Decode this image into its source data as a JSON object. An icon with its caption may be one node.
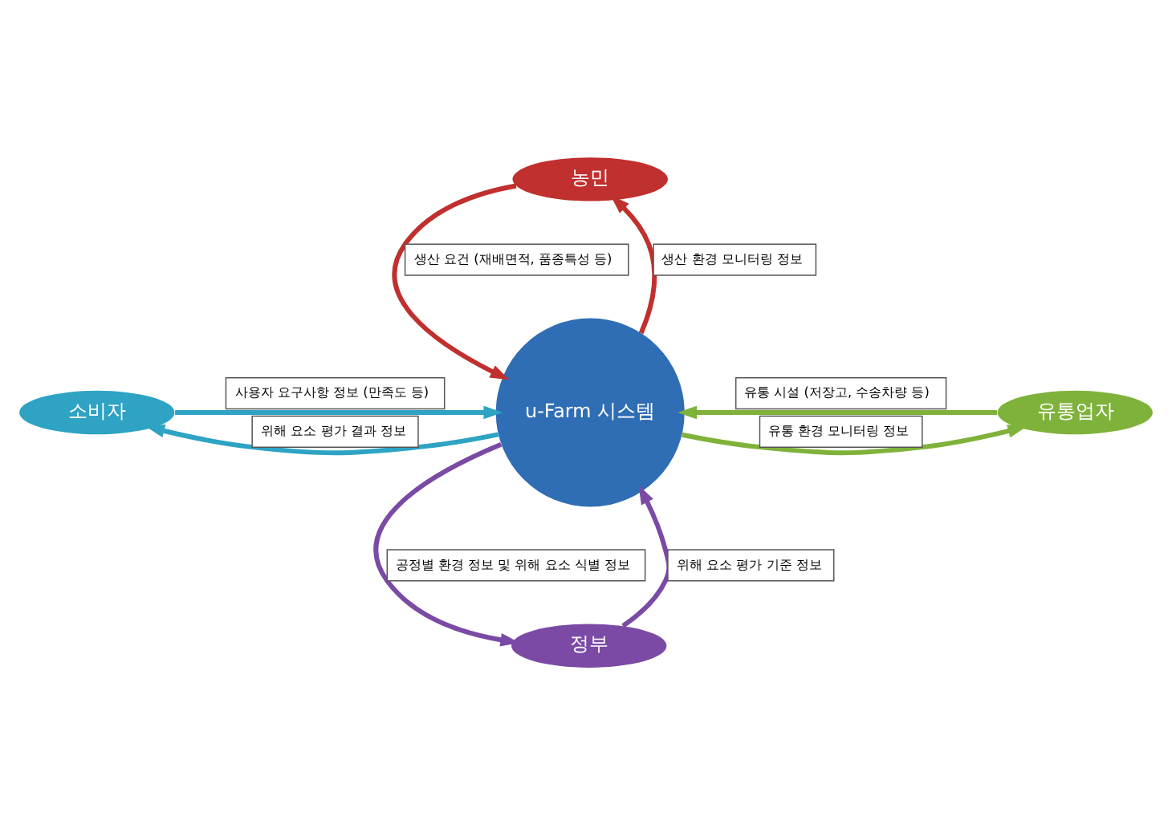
{
  "diagram": {
    "nodes": [
      {
        "text": [
          "u-Farm 시스템"
        ]
      },
      {
        "text": [
          "농민"
        ]
      },
      {
        "text": [
          "소비자"
        ]
      },
      {
        "text": [
          "유통업자"
        ]
      },
      {
        "text": [
          "정부"
        ]
      }
    ],
    "edges": [
      {
        "from": 1,
        "to": 0,
        "arrow": "to",
        "label": "생산 요건 (재배면적, 품종특성 등)",
        "color": "#c0302e"
      },
      {
        "from": 0,
        "to": 1,
        "arrow": "to",
        "label": "생산 환경 모니터링 정보",
        "color": "#c0302e"
      },
      {
        "from": 0,
        "to": 2,
        "arrow": "to",
        "label": "위해 요소 평가 결과 정보",
        "color": "#2ea3c4"
      },
      {
        "from": 2,
        "to": 0,
        "arrow": "to",
        "label": "사용자 요구사항 정보 (만족도 등)",
        "color": "#2ea3c4"
      },
      {
        "from": 3,
        "to": 0,
        "arrow": "to",
        "label": "유통 시설 (저장고, 수송차량 등)",
        "color": "#7fb23a"
      },
      {
        "from": 0,
        "to": 3,
        "arrow": "to",
        "label": "유통 환경 모니터링 정보",
        "color": "#7fb23a"
      },
      {
        "from": 0,
        "to": 4,
        "arrow": "to",
        "label": "공정별 환경 정보 및 위해 요소 식별 정보",
        "color": "#7a4aa5"
      },
      {
        "from": 4,
        "to": 0,
        "arrow": "to",
        "label": "위해 요소 평가 기준 정보",
        "color": "#7a4aa5"
      }
    ]
  }
}
